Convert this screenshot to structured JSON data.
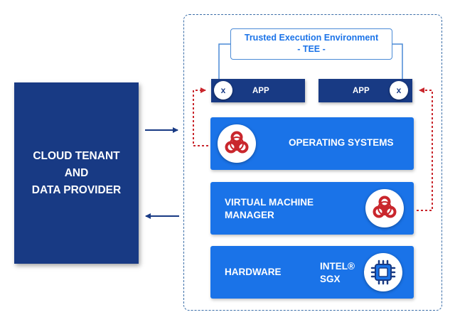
{
  "tenant": {
    "label": "CLOUD TENANT\nAND\nDATA PROVIDER"
  },
  "tee": {
    "title": "Trusted Execution Environment",
    "subtitle": "- TEE -"
  },
  "apps": [
    {
      "label": "APP",
      "badge": "x"
    },
    {
      "label": "APP",
      "badge": "x"
    }
  ],
  "layers": {
    "os": {
      "label": "OPERATING SYSTEMS",
      "icon": "biohazard-icon"
    },
    "vmm": {
      "label": "VIRTUAL MACHINE\nMANAGER",
      "icon": "biohazard-icon"
    },
    "hardware": {
      "label": "HARDWARE",
      "sgx": "INTEL®\nSGX",
      "icon": "chip-icon"
    }
  },
  "colors": {
    "navy": "#183a84",
    "blue": "#1a73e8",
    "attack": "#c9262c",
    "tee_text": "#1b73e8"
  }
}
